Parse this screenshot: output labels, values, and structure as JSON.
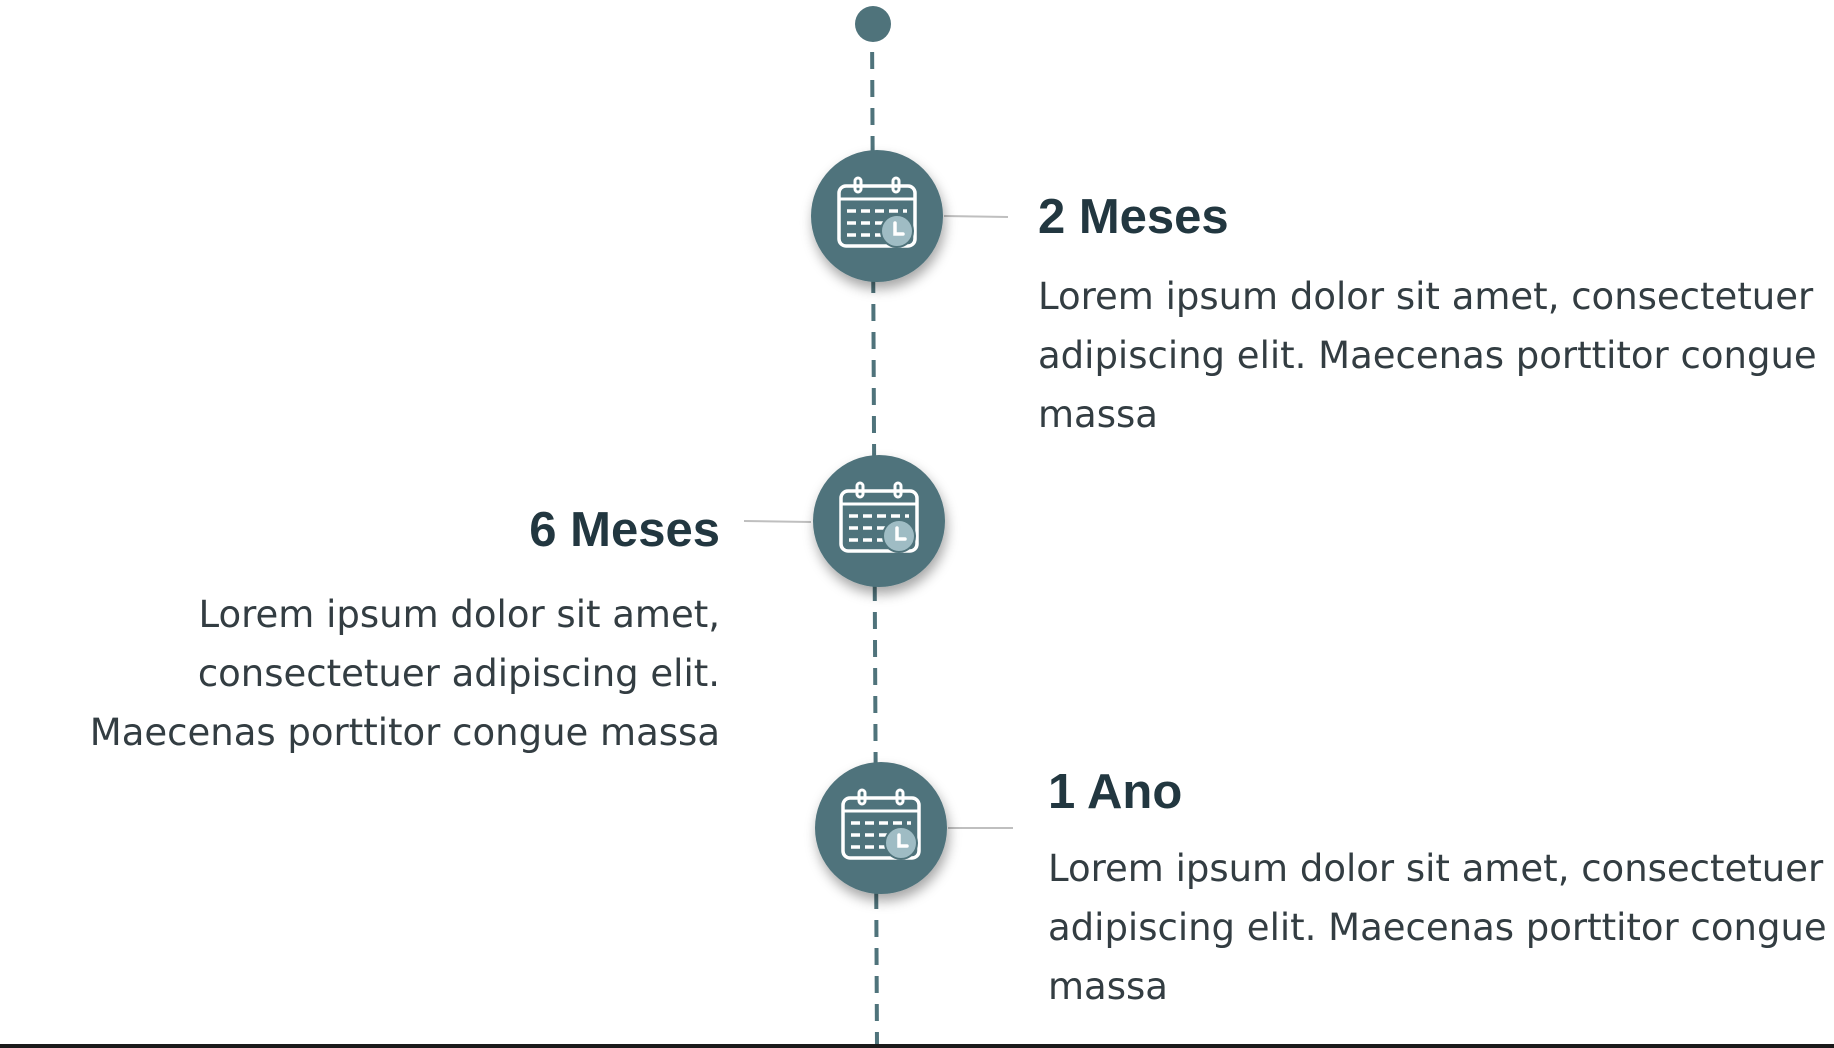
{
  "theme": {
    "node_color": "#4f737b",
    "clock_color": "#9fbcc4",
    "line_color": "#4f737b",
    "connector_color": "#bfbfbf",
    "title_color": "#223740",
    "text_color": "#333d42"
  },
  "milestones": [
    {
      "title": "2 Meses",
      "text": "Lorem ipsum dolor sit amet, consectetuer adipiscing elit. Maecenas porttitor congue massa",
      "icon": "calendar-clock-icon"
    },
    {
      "title": "6 Meses",
      "text": "Lorem ipsum dolor sit amet, consectetuer adipiscing elit. Maecenas porttitor congue massa",
      "icon": "calendar-clock-icon"
    },
    {
      "title": "1 Ano",
      "text": "Lorem ipsum dolor sit amet, consectetuer adipiscing elit. Maecenas porttitor congue massa",
      "icon": "calendar-clock-icon"
    }
  ]
}
